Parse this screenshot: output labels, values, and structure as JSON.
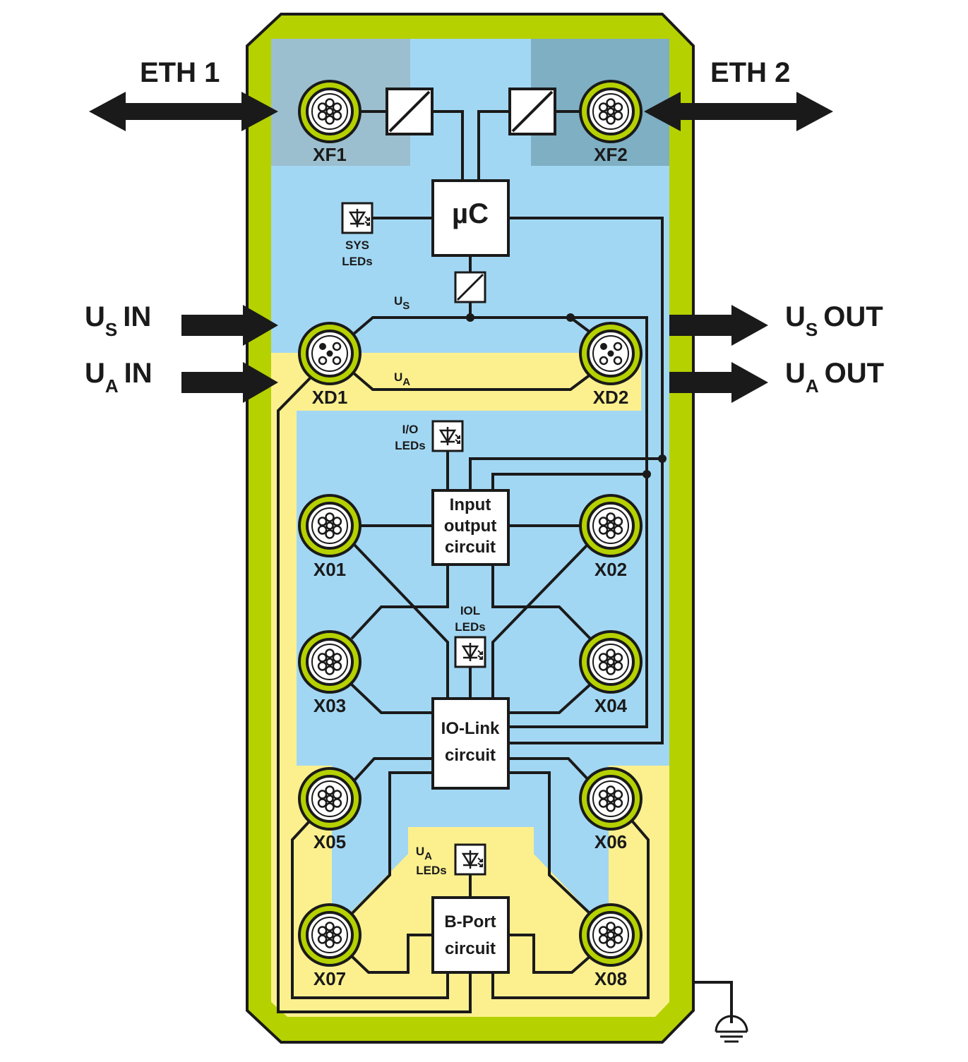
{
  "colors": {
    "housing": "#b5d100",
    "housing_outline": "#1a1a1a",
    "blue_zone": "#a2d7f3",
    "yellow_zone": "#fcf08e",
    "eth_zone_left": "#9bbfcf",
    "eth_zone_right": "#7eafc3",
    "wire": "#1a1a1a"
  },
  "external": {
    "eth1": "ETH 1",
    "eth2": "ETH 2",
    "us_in": {
      "main": "U",
      "sub": "S",
      "suffix": "IN"
    },
    "ua_in": {
      "main": "U",
      "sub": "A",
      "suffix": "IN"
    },
    "us_out": {
      "main": "U",
      "sub": "S",
      "suffix": "OUT"
    },
    "ua_out": {
      "main": "U",
      "sub": "A",
      "suffix": "OUT"
    }
  },
  "ports": {
    "xf1": "XF1",
    "xf2": "XF2",
    "xd1": "XD1",
    "xd2": "XD2",
    "x01": "X01",
    "x02": "X02",
    "x03": "X03",
    "x04": "X04",
    "x05": "X05",
    "x06": "X06",
    "x07": "X07",
    "x08": "X08"
  },
  "blocks": {
    "uc": "µC",
    "io_circuit": [
      "Input",
      "output",
      "circuit"
    ],
    "iolink_circuit": [
      "IO-Link",
      "circuit"
    ],
    "bport_circuit": [
      "B-Port",
      "circuit"
    ]
  },
  "leds": {
    "sys": [
      "SYS",
      "LEDs"
    ],
    "io": [
      "I/O",
      "LEDs"
    ],
    "iol": [
      "IOL",
      "LEDs"
    ],
    "ua": {
      "main": "U",
      "sub": "A",
      "line2": "LEDs"
    }
  },
  "bus_labels": {
    "us": {
      "main": "U",
      "sub": "S"
    },
    "ua": {
      "main": "U",
      "sub": "A"
    }
  },
  "icons": [
    "connector-m12-icon",
    "connector-power-icon",
    "led-diode-icon",
    "isolator-icon",
    "ground-icon",
    "double-arrow-icon",
    "arrow-right-icon"
  ]
}
